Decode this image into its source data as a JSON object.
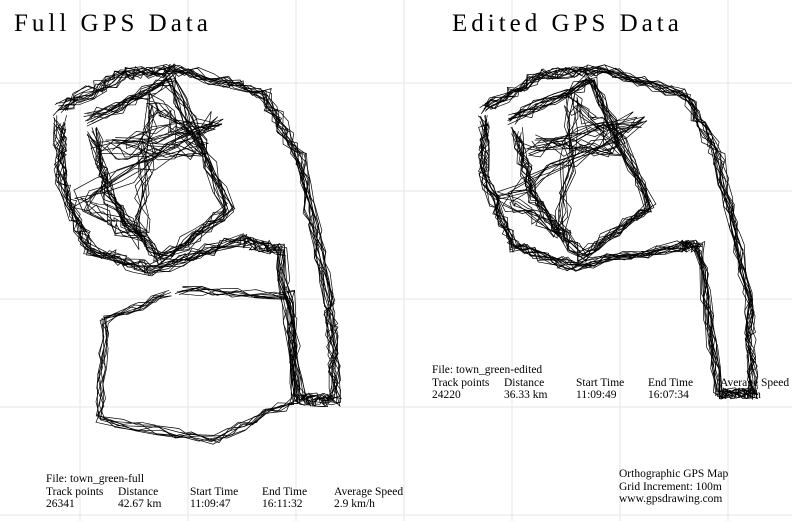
{
  "left_panel": {
    "title": "Full GPS Data",
    "file": "File: town_green-full",
    "headers": [
      "Track points",
      "Distance",
      "Start Time",
      "End Time",
      "Average Speed"
    ],
    "values": [
      "26341",
      "42.67 km",
      "11:09:47",
      "16:11:32",
      "2.9 km/h"
    ]
  },
  "right_panel": {
    "title": "Edited GPS Data",
    "file": "File: town_green-edited",
    "headers": [
      "Track points",
      "Distance",
      "Start Time",
      "End Time",
      "Average Speed"
    ],
    "values": [
      "24220",
      "36.33 km",
      "11:09:49",
      "16:07:34",
      "2.7 km/h"
    ]
  },
  "legend": {
    "line1": "Orthographic GPS Map",
    "line2": "Grid Increment: 100m",
    "line3": "www.gpsdrawing.com"
  },
  "colors": {
    "track": "#000000",
    "grid": "#e6e6e6",
    "background": "#ffffff"
  }
}
